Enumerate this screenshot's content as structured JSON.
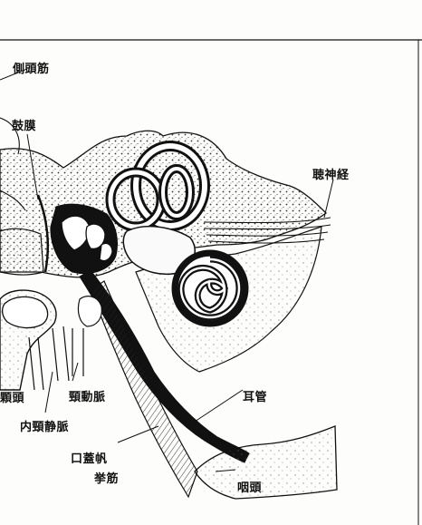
{
  "labels": {
    "temporal_muscle": "側頭筋",
    "eardrum": "鼓膜",
    "auditory_nerve": "聴神経",
    "condyle": "顆頭",
    "carotid_artery": "頸動脈",
    "internal_jugular_vein": "内頸静脈",
    "eustachian_tube": "耳管",
    "levator_veli_palatini_line1": "口蓋帆",
    "levator_veli_palatini_line2": "挙筋",
    "pharynx": "咽頭"
  },
  "colors": {
    "ink": "#111111",
    "paper": "#fdfdfb",
    "bone_stipple": "#444444"
  }
}
